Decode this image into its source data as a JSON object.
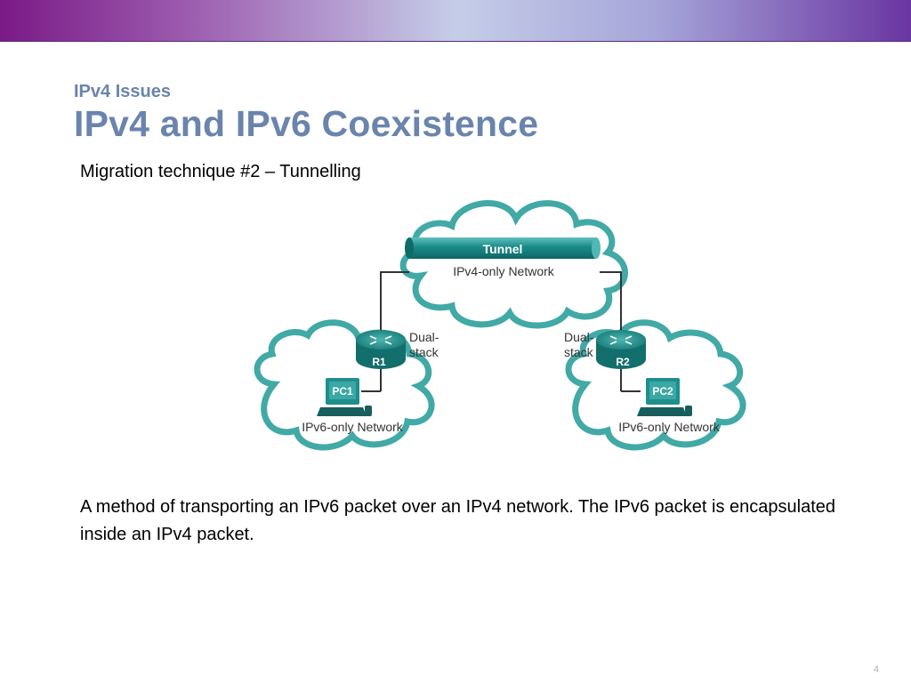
{
  "slide": {
    "subtitle": "IPv4 Issues",
    "title": "IPv4 and IPv6 Coexistence",
    "technique": "Migration technique #2 – Tunnelling",
    "description": "A method of transporting an IPv6 packet over an IPv4 network. The IPv6 packet is encapsulated inside an IPv4 packet.",
    "page_number": "4"
  },
  "diagram": {
    "tunnel_label": "Tunnel",
    "ipv4_network_label": "IPv4-only Network",
    "left_network_label": "IPv6-only Network",
    "right_network_label": "IPv6-only Network",
    "r1_label": "R1",
    "r2_label": "R2",
    "pc1_label": "PC1",
    "pc2_label": "PC2",
    "dual_stack_left": [
      "Dual-",
      "stack"
    ],
    "dual_stack_right": [
      "Dual-",
      "stack"
    ],
    "colors": {
      "cloud_stroke": "#41a9a6",
      "tunnel": "#1d8c8a",
      "router": "#1b8a86",
      "pc": "#1e8f8c"
    }
  }
}
